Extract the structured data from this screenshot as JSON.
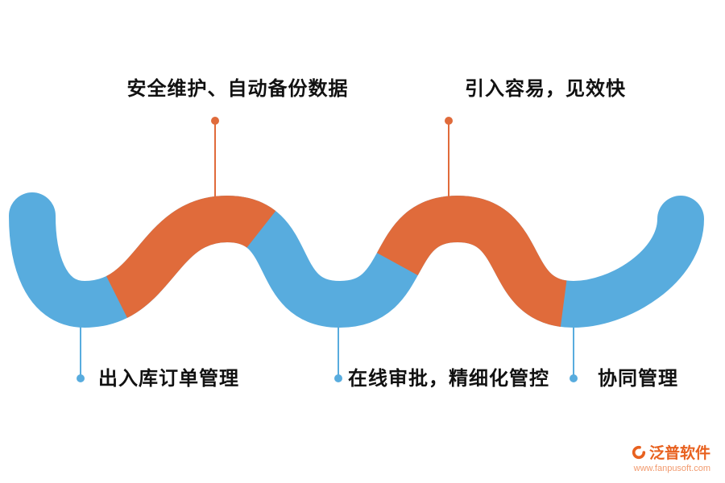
{
  "colors": {
    "blue": "#58ACDE",
    "orange": "#E06B3B",
    "label_text": "#111111",
    "logo_orange": "#E8611F",
    "logo_url_color": "#F29A6E"
  },
  "labels": {
    "top": [
      {
        "text": "安全维护、自动备份数据"
      },
      {
        "text": "引入容易，见效快"
      }
    ],
    "bottom": [
      {
        "text": "出入库订单管理"
      },
      {
        "text": "在线审批，精细化管控"
      },
      {
        "text": "协同管理"
      }
    ]
  },
  "logo": {
    "name": "泛普软件",
    "url": "www.fanpusoft.com"
  }
}
